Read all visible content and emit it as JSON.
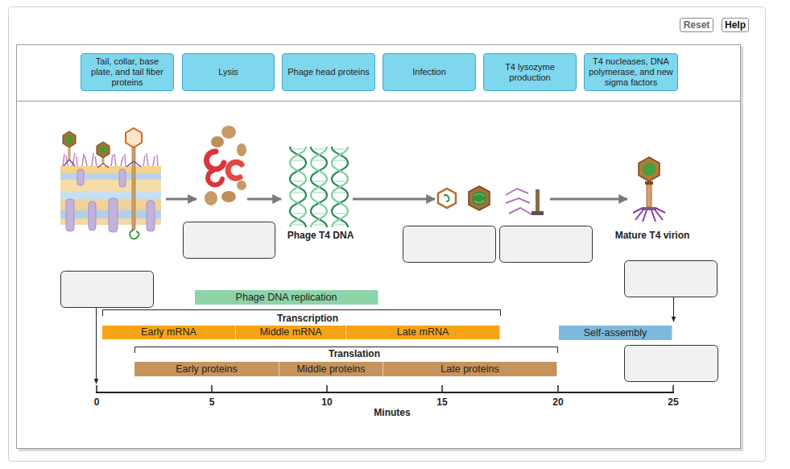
{
  "diagram": {
    "nodes": [
      {
        "text": [
          "Reset"
        ]
      },
      {
        "text": [
          "Help"
        ]
      },
      {
        "text": [
          "Tail, collar, base plate, and tail fiber proteins"
        ]
      },
      {
        "text": [
          "Lysis"
        ]
      },
      {
        "text": [
          "Phage head proteins"
        ]
      },
      {
        "text": [
          "Infection"
        ]
      },
      {
        "text": [
          "T4 lysozyme production"
        ]
      },
      {
        "text": [
          "T4 nucleases, DNA polymerase, and new sigma factors"
        ]
      },
      {
        "text": [
          "Phage DNA replication"
        ]
      },
      {
        "text": [
          "Early mRNA"
        ]
      },
      {
        "text": [
          "Middle mRNA"
        ]
      },
      {
        "text": [
          "Late mRNA"
        ]
      },
      {
        "text": [
          "Self-assembly"
        ]
      },
      {
        "text": [
          "Early proteins"
        ]
      },
      {
        "text": [
          "Middle proteins"
        ]
      },
      {
        "text": [
          "Late proteins"
        ]
      }
    ],
    "labels": [
      "Phage T4 DNA",
      "Mature T4 virion",
      "Transcription",
      "Translation",
      "0",
      "5",
      "10",
      "15",
      "20",
      "25",
      "Minutes"
    ]
  }
}
